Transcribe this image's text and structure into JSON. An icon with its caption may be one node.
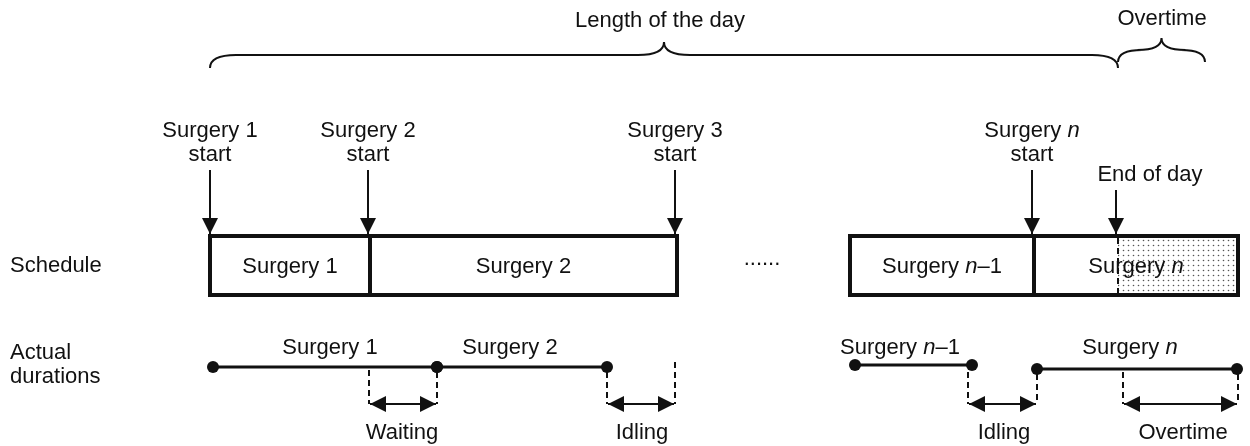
{
  "diagram": {
    "nodes": [
      {
        "text": [
          "Surgery 1 start"
        ]
      },
      {
        "text": [
          "Surgery 2 start"
        ]
      },
      {
        "text": [
          "Surgery 3 start"
        ]
      },
      {
        "text": [
          "Surgery *n* start"
        ]
      },
      {
        "text": [
          "End of day"
        ]
      },
      {
        "text": [
          "Surgery 1"
        ]
      },
      {
        "text": [
          "Surgery 2"
        ]
      },
      {
        "text": [
          "Surgery *n*–1"
        ]
      },
      {
        "text": [
          "Surgery *n*"
        ]
      }
    ],
    "edges": [
      {
        "from": 0,
        "to": 5,
        "arrow": "to"
      },
      {
        "from": 1,
        "to": 6,
        "arrow": "to"
      },
      {
        "from": 2,
        "to": 6,
        "arrow": "to"
      },
      {
        "from": 3,
        "to": 8,
        "arrow": "to"
      },
      {
        "from": 4,
        "to": 8,
        "arrow": "to"
      }
    ],
    "labels": [
      "Length of the day",
      "Overtime",
      "Schedule",
      "......",
      "Actual durations",
      "Surgery 1",
      "Surgery 2",
      "Surgery *n*–1",
      "Surgery *n*",
      "Waiting",
      "Idling",
      "Idling",
      "Overtime"
    ]
  }
}
